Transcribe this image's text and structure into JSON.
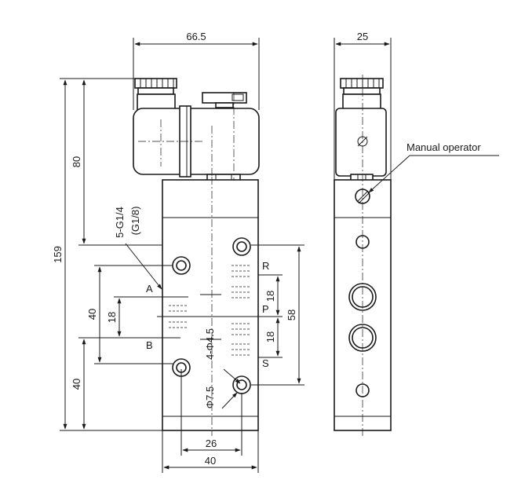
{
  "colors": {
    "line": "#1a1a1a",
    "background": "#ffffff"
  },
  "dimensions": {
    "front_width": "66.5",
    "side_width": "25",
    "coil_height": "80",
    "total_height": "159",
    "lower_height": "40",
    "port_spacing_40": "40",
    "port_spacing_18_left": "18",
    "port_spacing_18_r": "18",
    "port_spacing_18_s": "18",
    "height_58": "58",
    "bottom_26": "26",
    "bottom_40": "40"
  },
  "labels": {
    "ports_main": "5-G1/4",
    "ports_alt": "(G1/8)",
    "mount_holes": "4-Φ4.5",
    "counterbore": "Φ7.5",
    "manual_operator": "Manual operator",
    "port_a": "A",
    "port_b": "B",
    "port_r": "R",
    "port_p": "P",
    "port_s": "S"
  },
  "icons": [
    "solenoid-coil-icon",
    "manual-override-icon",
    "port-hole-icon"
  ]
}
